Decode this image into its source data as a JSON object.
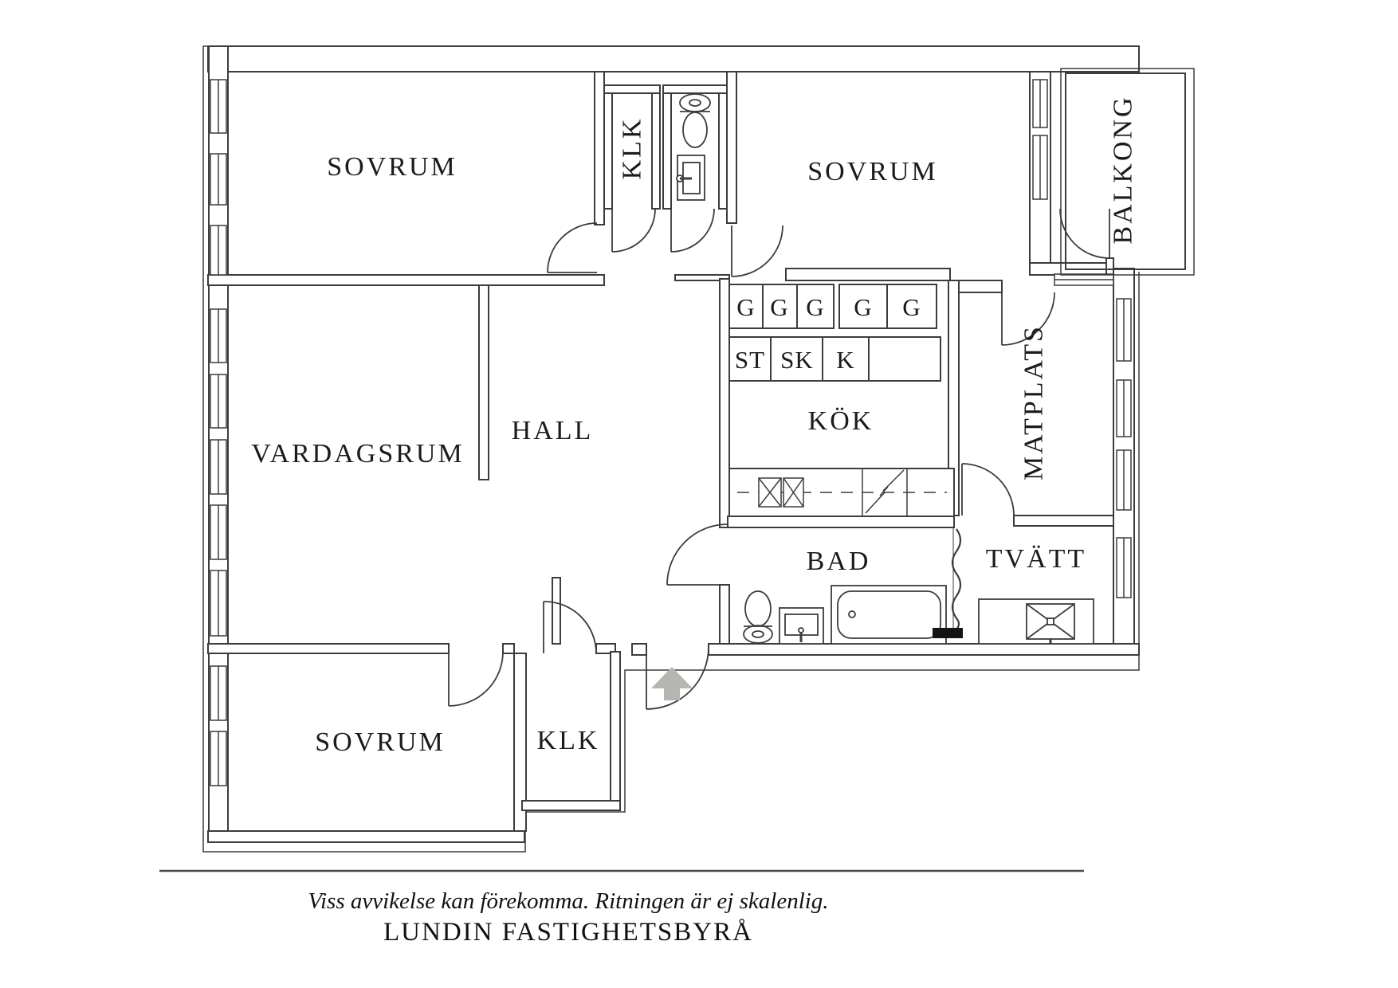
{
  "plan": {
    "rooms": {
      "sovrum_top_left": "SOVRUM",
      "klk_top": "KLK",
      "sovrum_top_right": "SOVRUM",
      "balkong": "BALKONG",
      "vardagsrum": "VARDAGSRUM",
      "hall": "HALL",
      "kok": "KÖK",
      "matplats": "MATPLATS",
      "bad": "BAD",
      "tvatt": "TVÄTT",
      "sovrum_bottom": "SOVRUM",
      "klk_bottom": "KLK"
    },
    "cabinets": {
      "wardrobes": [
        "G",
        "G",
        "G",
        "G",
        "G"
      ],
      "tall_units": [
        "ST",
        "SK",
        "K"
      ]
    }
  },
  "footer": {
    "disclaimer": "Viss avvikelse kan förekomma. Ritningen är ej skalenlig.",
    "agency": "LUNDIN FASTIGHETSBYRÅ"
  },
  "colors": {
    "line": "#3c3c3c",
    "arrow": "#b5b5b1",
    "background": "#ffffff"
  }
}
